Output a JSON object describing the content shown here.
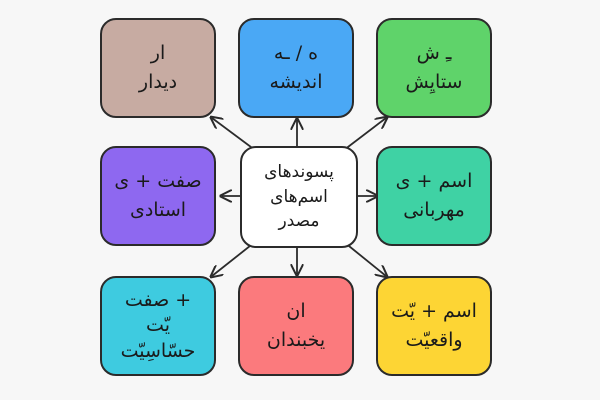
{
  "center": {
    "lines": [
      "پسوندهای",
      "اسم‌های",
      "مصدر"
    ]
  },
  "boxes": [
    {
      "id": "ar",
      "color": "#c7aba2",
      "lines": [
        "ار",
        "دیدار"
      ]
    },
    {
      "id": "he",
      "color": "#4aa8f5",
      "lines": [
        "ه / ـه",
        "اندیشه"
      ]
    },
    {
      "id": "esh",
      "color": "#5fd36a",
      "lines": [
        "ـِ ش",
        "ستایِش"
      ]
    },
    {
      "id": "sefat-i",
      "color": "#8e68f0",
      "lines": [
        "صفت + ی",
        "استادی"
      ]
    },
    {
      "id": "esm-i",
      "color": "#3fd2a4",
      "lines": [
        "اسم + ی",
        "مهربانی"
      ]
    },
    {
      "id": "sefat-iyat",
      "color": "#3ecbe0",
      "lines": [
        "+ صفت",
        "یّت",
        "حسّاسِیّت"
      ]
    },
    {
      "id": "an",
      "color": "#fb7a7d",
      "lines": [
        "ان",
        "یخبندان"
      ]
    },
    {
      "id": "esm-iyat",
      "color": "#fdd534",
      "lines": [
        "اسم + یّت",
        "واقعیّت"
      ]
    }
  ]
}
